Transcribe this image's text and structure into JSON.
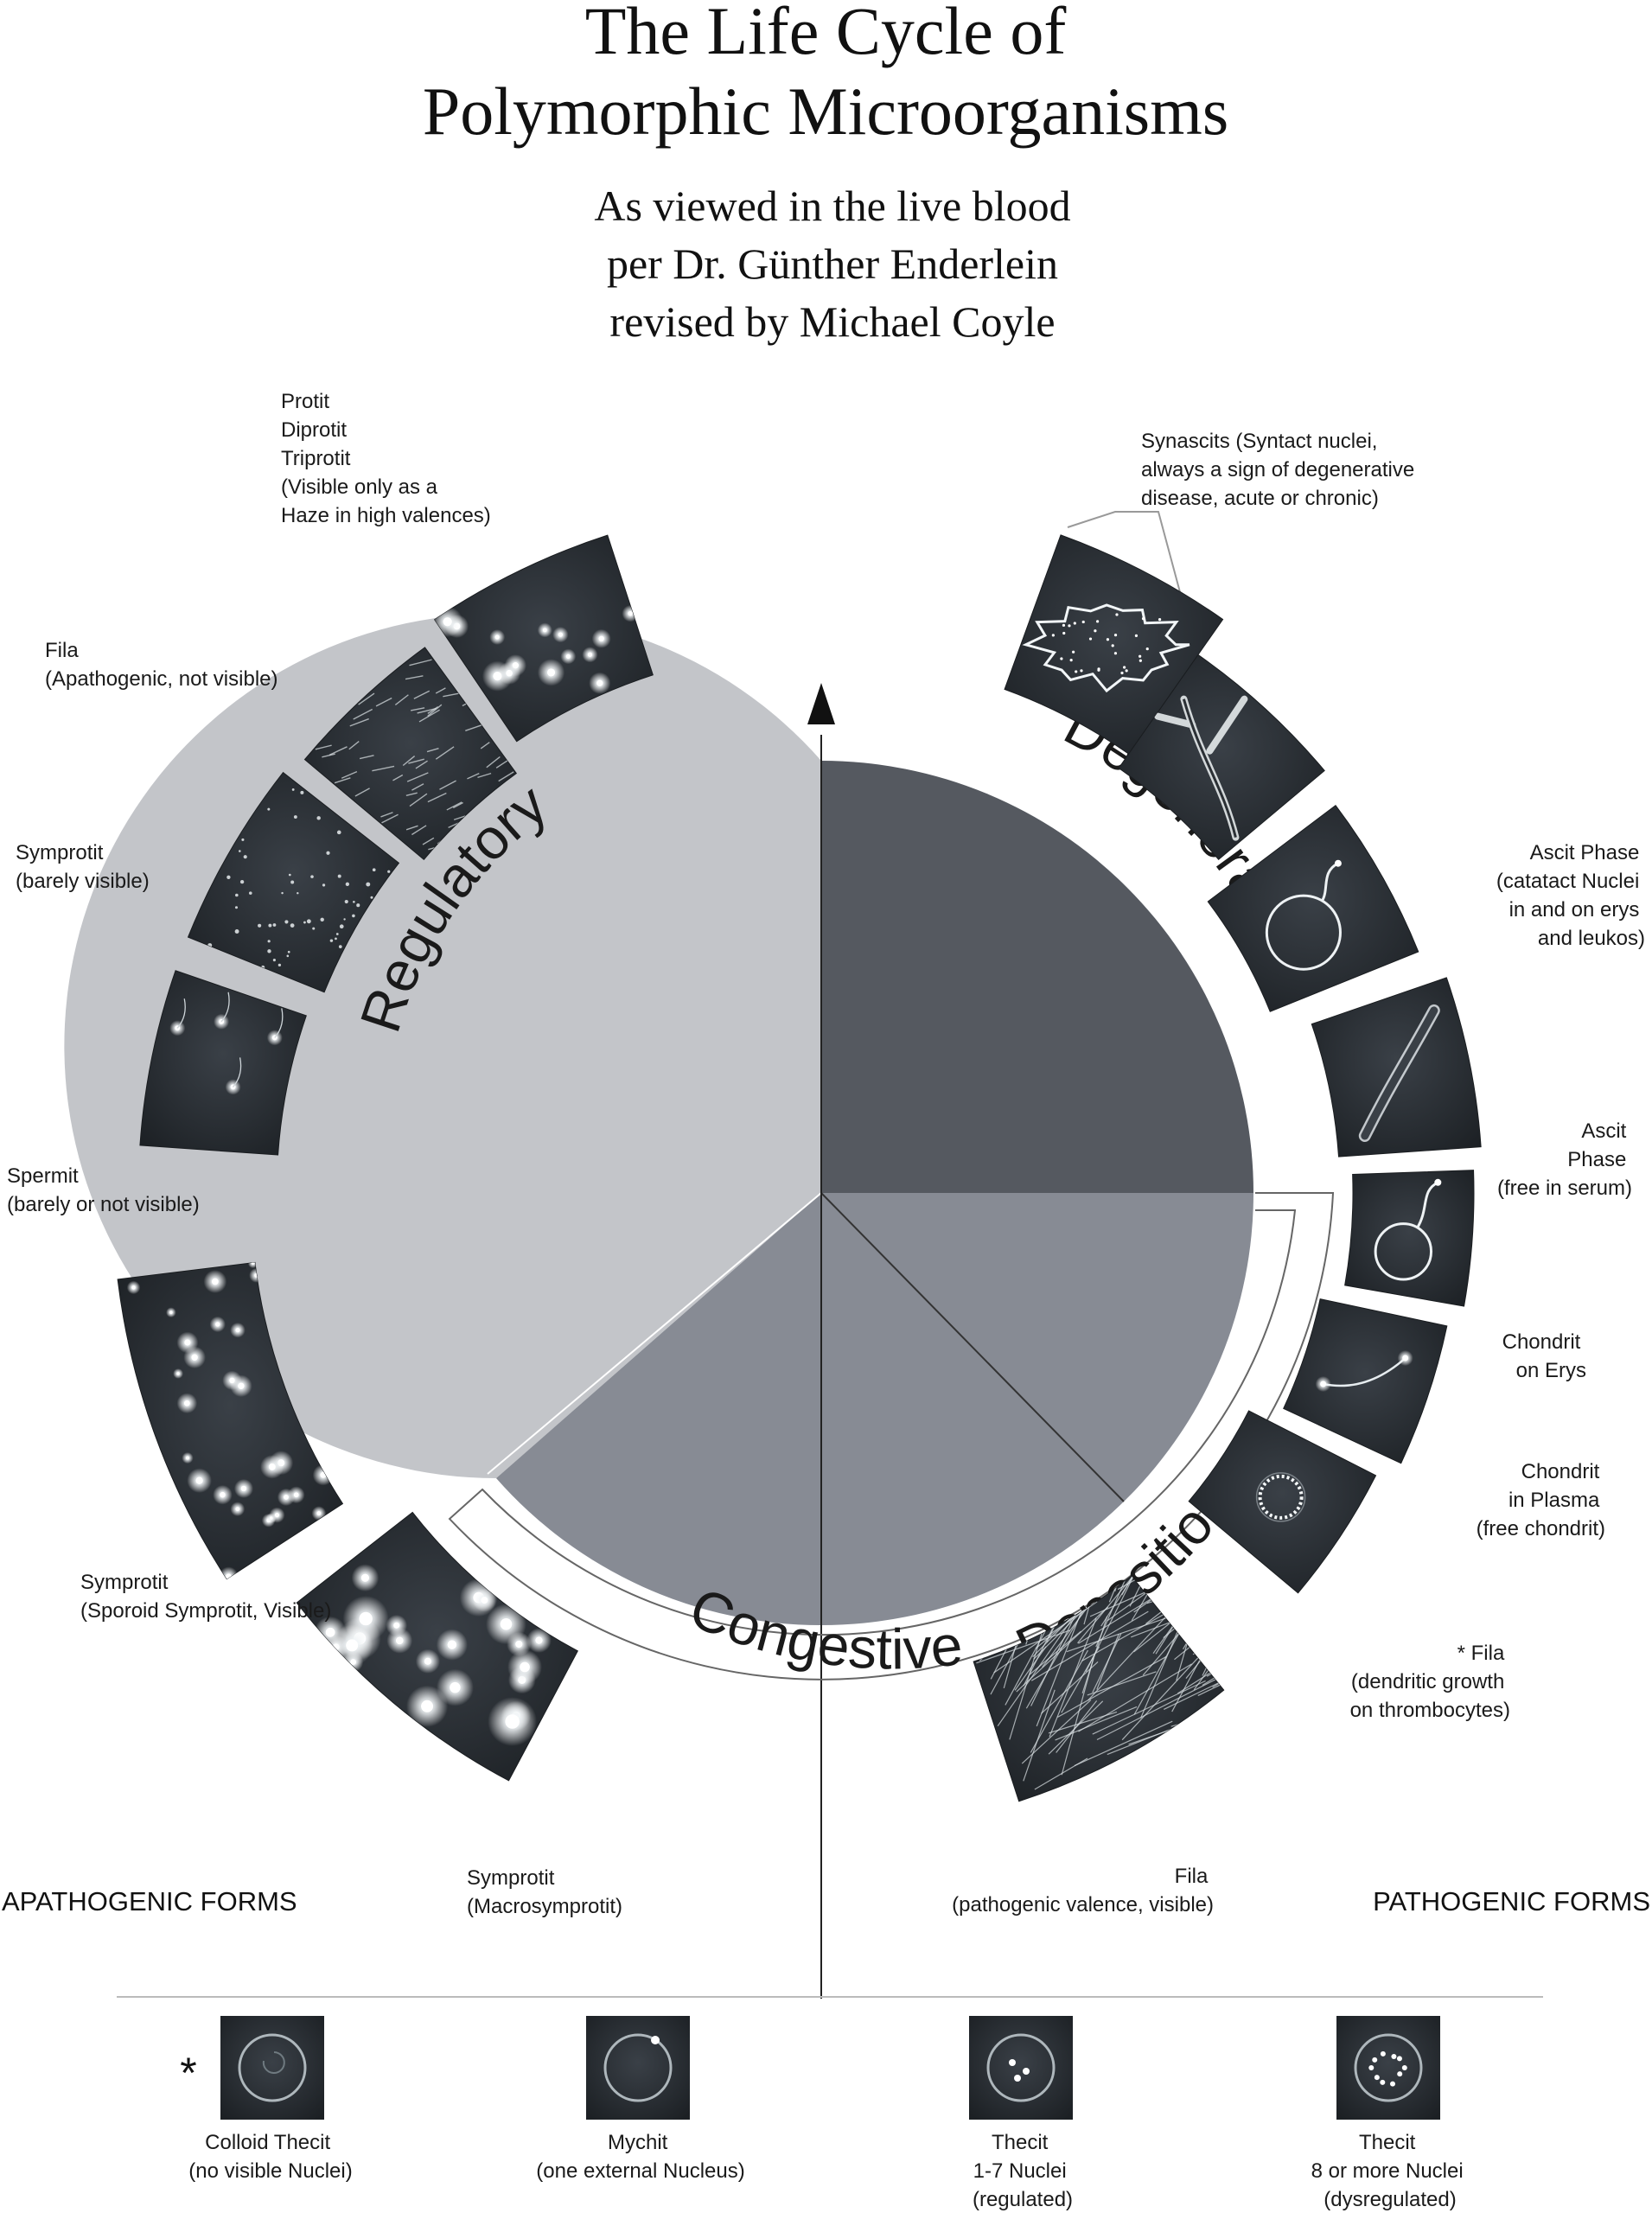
{
  "title": {
    "line1": "The Life Cycle of",
    "line2": "Polymorphic Microorganisms"
  },
  "subtitle": {
    "line1": "As viewed in the live blood",
    "line2": "per Dr. Günther Enderlein",
    "line3": "revised by Michael Coyle"
  },
  "sections": {
    "regulatory": "Regulatory",
    "degeneration": "Degeneration",
    "deposition": "Deposition",
    "congestive": "Congestive"
  },
  "corner_labels": {
    "left": "APATHOGENIC FORMS",
    "right": "PATHOGENIC FORMS"
  },
  "asterisk": "*",
  "colors": {
    "regulatory": "#c3c5c9",
    "degeneration": "#555960",
    "deposition": "#878b94",
    "tile": "#2b3035",
    "ink": "#1a1a1a"
  },
  "stages": [
    {
      "id": "protit",
      "lines": [
        "Protit",
        "Diprotit",
        "Triprotit",
        "(Visible only as a",
        "Haze in high valences)"
      ]
    },
    {
      "id": "fila-apath",
      "lines": [
        "Fila",
        "(Apathogenic, not visible)"
      ]
    },
    {
      "id": "symprotit-barely",
      "lines": [
        "Symprotit",
        "(barely visible)"
      ]
    },
    {
      "id": "spermit",
      "lines": [
        "Spermit",
        "(barely or not visible)"
      ]
    },
    {
      "id": "symprotit-sporoid",
      "lines": [
        "Symprotit",
        "(Sporoid Symprotit, Visible)"
      ]
    },
    {
      "id": "macrosymprotit",
      "lines": [
        "Symprotit",
        "(Macrosymprotit)"
      ]
    },
    {
      "id": "synascits",
      "lines": [
        "Synascits (Syntact nuclei,",
        "always a sign of degenerative",
        "disease, acute or chronic)"
      ]
    },
    {
      "id": "ascit-catatact",
      "lines": [
        "Ascit Phase",
        "(catatact Nuclei",
        "in and on erys",
        "and leukos)"
      ]
    },
    {
      "id": "ascit-free",
      "lines": [
        "Ascit",
        "Phase",
        "(free in serum)"
      ]
    },
    {
      "id": "chondrit-erys",
      "lines": [
        "Chondrit",
        "on Erys"
      ]
    },
    {
      "id": "chondrit-plasma",
      "lines": [
        "Chondrit",
        "in Plasma",
        "(free chondrit)"
      ]
    },
    {
      "id": "fila-thrombo",
      "lines": [
        "* Fila",
        "(dendritic growth",
        "on thrombocytes)"
      ]
    },
    {
      "id": "fila-path",
      "lines": [
        "Fila",
        "(pathogenic valence, visible)"
      ]
    }
  ],
  "legend": [
    {
      "id": "colloid-thecit",
      "lines": [
        "Colloid Thecit",
        "(no visible Nuclei)"
      ],
      "icon": "empty-ring-icon"
    },
    {
      "id": "mychit",
      "lines": [
        "Mychit",
        "(one external Nucleus)"
      ],
      "icon": "ring-one-dot-icon"
    },
    {
      "id": "thecit-regulated",
      "lines": [
        "Thecit",
        "1-7 Nuclei",
        "(regulated)"
      ],
      "icon": "ring-few-dots-icon"
    },
    {
      "id": "thecit-dysregulated",
      "lines": [
        "Thecit",
        "8 or more Nuclei",
        "(dysregulated)"
      ],
      "icon": "ring-many-dots-icon"
    }
  ]
}
